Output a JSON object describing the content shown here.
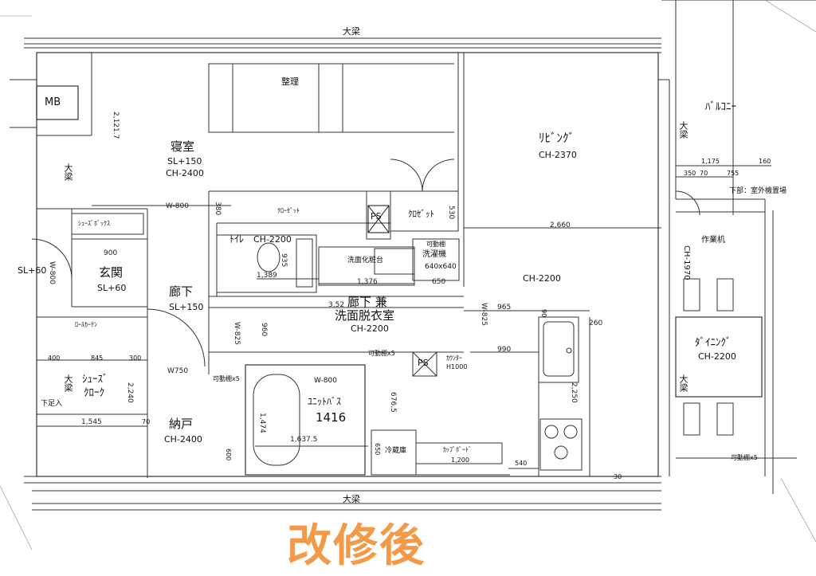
{
  "stamp": "改修後",
  "beams": {
    "top": "大梁",
    "bottom": "大梁",
    "left": "大梁",
    "left2": "大梁",
    "right_top": "大梁",
    "right_bottom": "大梁"
  },
  "rooms": {
    "mb": "MB",
    "seiri": "整理",
    "bedroom": {
      "name": "寝室",
      "sl": "SL+150",
      "ch": "CH-2400"
    },
    "living": {
      "name": "ﾘﾋﾞﾝｸﾞ",
      "ch": "CH-2370"
    },
    "balcony": "ﾊﾞﾙｺﾆｰ",
    "outdoor_unit": "下部：室外機置場",
    "closet": "ｸﾛｰｾﾞｯﾄ",
    "closet2": "ｸﾛｾﾞｯﾄ",
    "ps1": "PS",
    "ps2": "PS",
    "shoebox": "ｼｭｰｽﾞﾎﾞｯｸｽ",
    "entrance": {
      "name": "玄関",
      "sl": "SL+60"
    },
    "toilet": {
      "name": "ﾄｲﾚ",
      "ch": "CH-2200"
    },
    "vanity": "洗面化粧台",
    "washer": {
      "shelf": "可動棚",
      "name": "洗濯機",
      "size": "640x640"
    },
    "hall": {
      "name": "廊下",
      "sl": "SL+150"
    },
    "hall_wash": {
      "name1": "廊下 兼",
      "name2": "洗面脱衣室",
      "ch": "CH-2200"
    },
    "ldk_ch": "CH-2200",
    "workdesk": "作業机",
    "workdesk_ch": "CH-1970",
    "dining": {
      "name": "ﾀﾞｲﾆﾝｸﾞ",
      "ch": "CH-2200"
    },
    "roll_curtain": "ﾛｰﾙｶｰﾃﾝ",
    "shoe_cloak": {
      "name1": "ｼｭｰｽﾞ",
      "name2": "ｸﾛｰｸ"
    },
    "footstep": "下足入",
    "nando": {
      "name": "納戸",
      "ch": "CH-2400"
    },
    "unit_bath": {
      "name": "ﾕﾆｯﾄﾊﾞｽ",
      "size": "1416",
      "w": "W-800"
    },
    "movable1": "可動棚x5",
    "movable2": "可動棚x5",
    "movable3": "可動棚x5",
    "counter": {
      "name": "ｶｳﾝﾀｰ",
      "h": "H1000"
    },
    "fridge": "冷蔵庫",
    "cupboard": {
      "name": "ｶｯﾌﾟﾎﾞｰﾄﾞ",
      "w": "1,200"
    }
  },
  "dims": {
    "d2121": "2,121.7",
    "w800_top": "W-800",
    "d380": "380",
    "d530": "530",
    "d2660": "2,660",
    "d1175": "1,175",
    "d160": "160",
    "d350": "350",
    "d70a": "70",
    "d755": "755",
    "d935": "935",
    "d1389": "1,389",
    "d1376": "1,376",
    "d650a": "650",
    "sl60": "SL+60",
    "w800_left": "W-800",
    "d900": "900",
    "d352": "3,52",
    "w825a": "W-825",
    "w825b": "W-825",
    "d960": "960",
    "d965": "965",
    "d90": "90",
    "d260": "260",
    "d990": "990",
    "d400": "400",
    "d845": "845",
    "d300": "300",
    "d2240": "2,240",
    "w750": "W750",
    "d6765": "676.5",
    "d1474": "1,474",
    "d16375": "1,637.5",
    "d2250": "2,250",
    "d1545": "1,545",
    "d70b": "70",
    "d600": "600",
    "d650b": "650",
    "d540": "540",
    "d30": "30"
  }
}
